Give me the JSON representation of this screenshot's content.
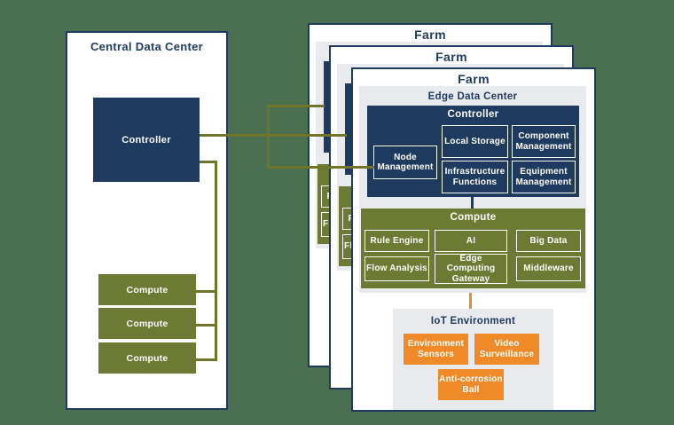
{
  "colors": {
    "background": "#4A7051",
    "navy": "#1E3A5E",
    "olive": "#6D7A33",
    "olive_line": "#6F7529",
    "orange": "#F08A28",
    "panel_gray": "#E9EAED",
    "box_white": "#FFFFFF"
  },
  "central": {
    "title": "Central Data Center",
    "controller": "Controller",
    "computes": [
      "Compute",
      "Compute",
      "Compute"
    ]
  },
  "farm": {
    "title": "Farm",
    "edge": {
      "title": "Edge Data Center",
      "controller": {
        "title": "Controller",
        "node": "Node Management",
        "local": "Local Storage",
        "component": "Component Management",
        "infra": "Infrastructure Functions",
        "equipment": "Equipment Management"
      },
      "compute": {
        "title": "Compute",
        "items": [
          "Rule Engine",
          "AI",
          "Big Data",
          "Flow Analysis",
          "Edge Computing Gateway",
          "Middleware"
        ]
      }
    },
    "iot": {
      "title": "IoT Environment",
      "items": [
        "Environment Sensors",
        "Video Surveillance",
        "Anti-corrosion Ball"
      ]
    }
  },
  "farms": [
    "back",
    "middle",
    "front"
  ]
}
